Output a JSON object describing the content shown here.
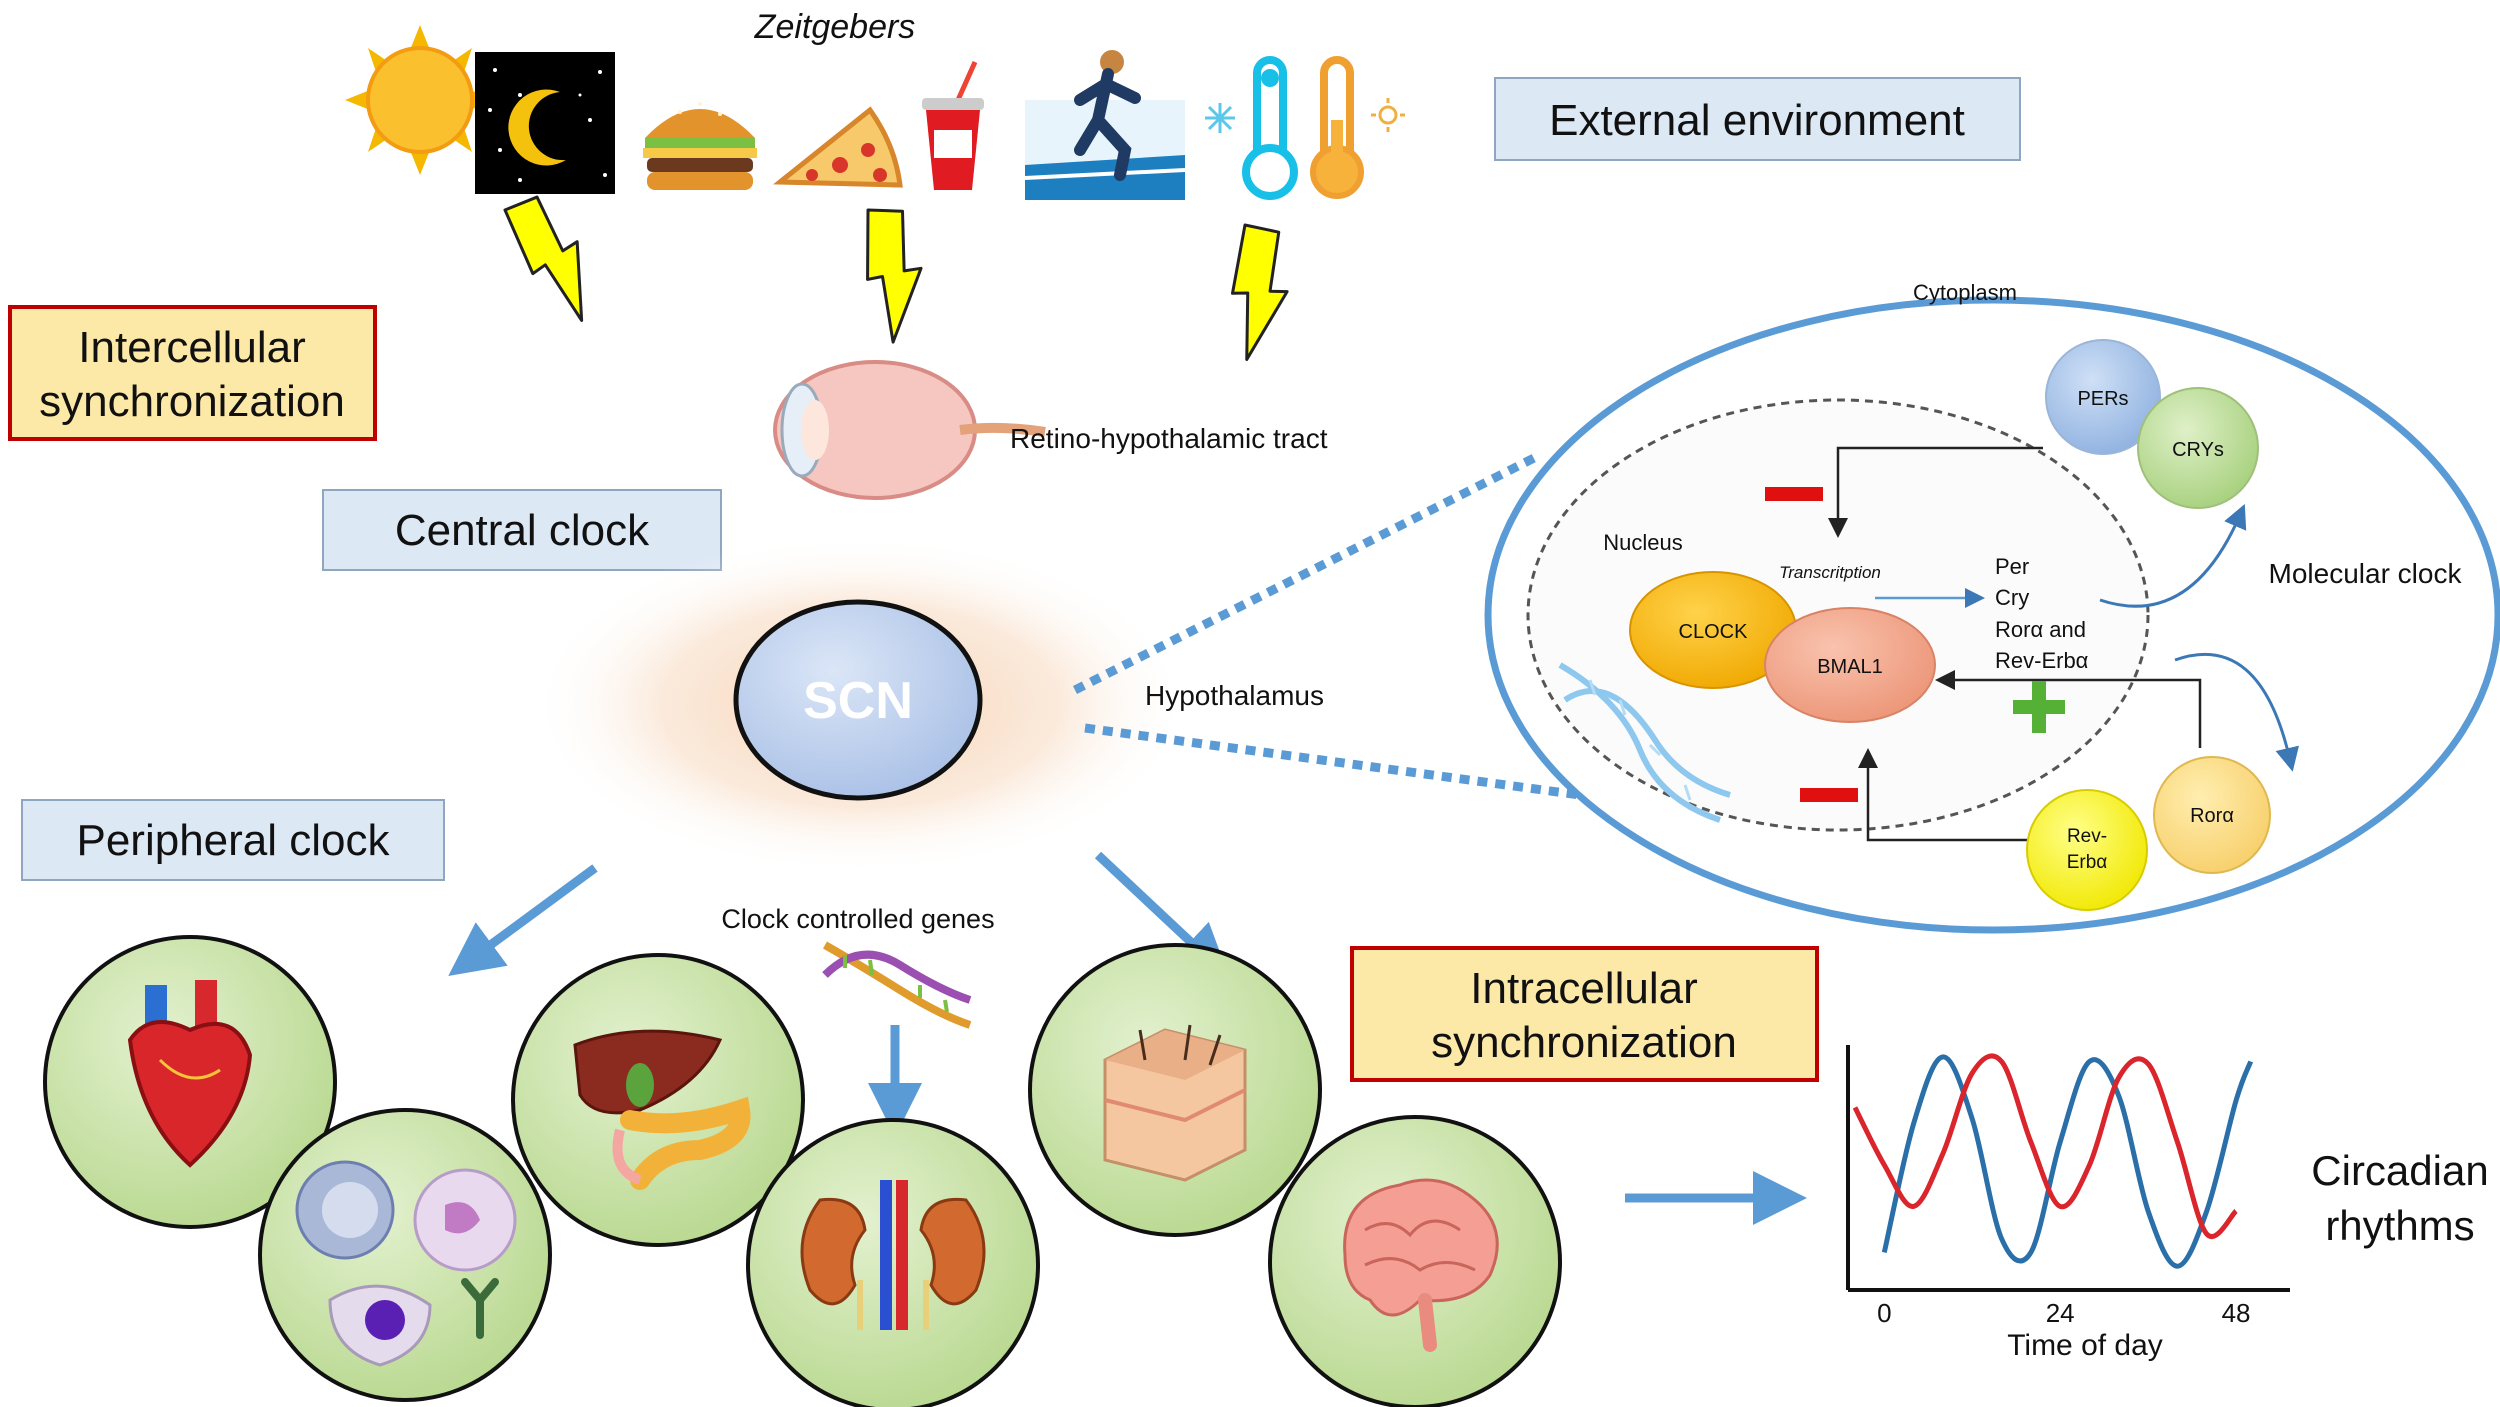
{
  "labels": {
    "zeitgebers": "Zeitgebers",
    "external_environment": "External environment",
    "intercellular_line1": "Intercellular",
    "intercellular_line2": "synchronization",
    "central_clock": "Central clock",
    "peripheral_clock": "Peripheral clock",
    "retino_tract": "Retino-hypothalamic tract",
    "scn": "SCN",
    "hypothalamus": "Hypothalamus",
    "clock_controlled_genes": "Clock controlled genes",
    "intracellular_line1": "Intracellular",
    "intracellular_line2": "synchronization",
    "circadian_line1": "Circadian",
    "circadian_line2": "rhythms"
  },
  "molecular": {
    "cytoplasm": "Cytoplasm",
    "nucleus": "Nucleus",
    "transcription": "Transcritption",
    "pers": "PERs",
    "crys": "CRYs",
    "clock": "CLOCK",
    "bmal1": "BMAL1",
    "per": "Per",
    "cry": "Cry",
    "rora_rev": "Rorα and",
    "rev_erba_line": "Rev-Erbα",
    "molecular_clock": "Molecular clock",
    "rev_erba_1": "Rev-",
    "rev_erba_2": "Erbα",
    "rora": "Rorα"
  },
  "chart_data": {
    "type": "line",
    "xlabel": "Time of day",
    "ylabel": "",
    "title": "",
    "x_ticks": [
      "0",
      "24",
      "48"
    ],
    "xlim": [
      -4,
      54
    ],
    "ylim": [
      0,
      1
    ],
    "series": [
      {
        "color": "#2a6fa8",
        "x": [
          0,
          4,
          8,
          12,
          16,
          20,
          24,
          28,
          32,
          36,
          40,
          44,
          48,
          50
        ],
        "y": [
          0.12,
          0.68,
          0.97,
          0.7,
          0.18,
          0.12,
          0.6,
          0.95,
          0.8,
          0.3,
          0.06,
          0.3,
          0.78,
          0.95
        ]
      },
      {
        "color": "#d9252b",
        "x": [
          -4,
          0,
          4,
          8,
          12,
          16,
          20,
          24,
          28,
          32,
          36,
          40,
          44,
          48
        ],
        "y": [
          0.75,
          0.5,
          0.32,
          0.55,
          0.9,
          0.95,
          0.6,
          0.32,
          0.5,
          0.88,
          0.94,
          0.6,
          0.2,
          0.3
        ]
      }
    ]
  },
  "colors": {
    "box_blue_fill": "#dde8f5",
    "box_yellow_fill": "#fde9a7",
    "box_red_border": "#c00000",
    "arrow_blue": "#5b9bd5",
    "organ_fill": "#c9e3a7",
    "scn_fill": "#c3d3ee"
  },
  "icons": [
    "sun-icon",
    "night-moon-icon",
    "burger-icon",
    "pizza-icon",
    "soda-cup-icon",
    "runner-icon",
    "cold-thermometer-icon",
    "hot-thermometer-icon",
    "lightning-icon",
    "eye-icon",
    "dna-icon",
    "heart-icon",
    "immune-cells-icon",
    "liver-icon",
    "kidney-icon",
    "skin-icon",
    "brain-icon"
  ]
}
